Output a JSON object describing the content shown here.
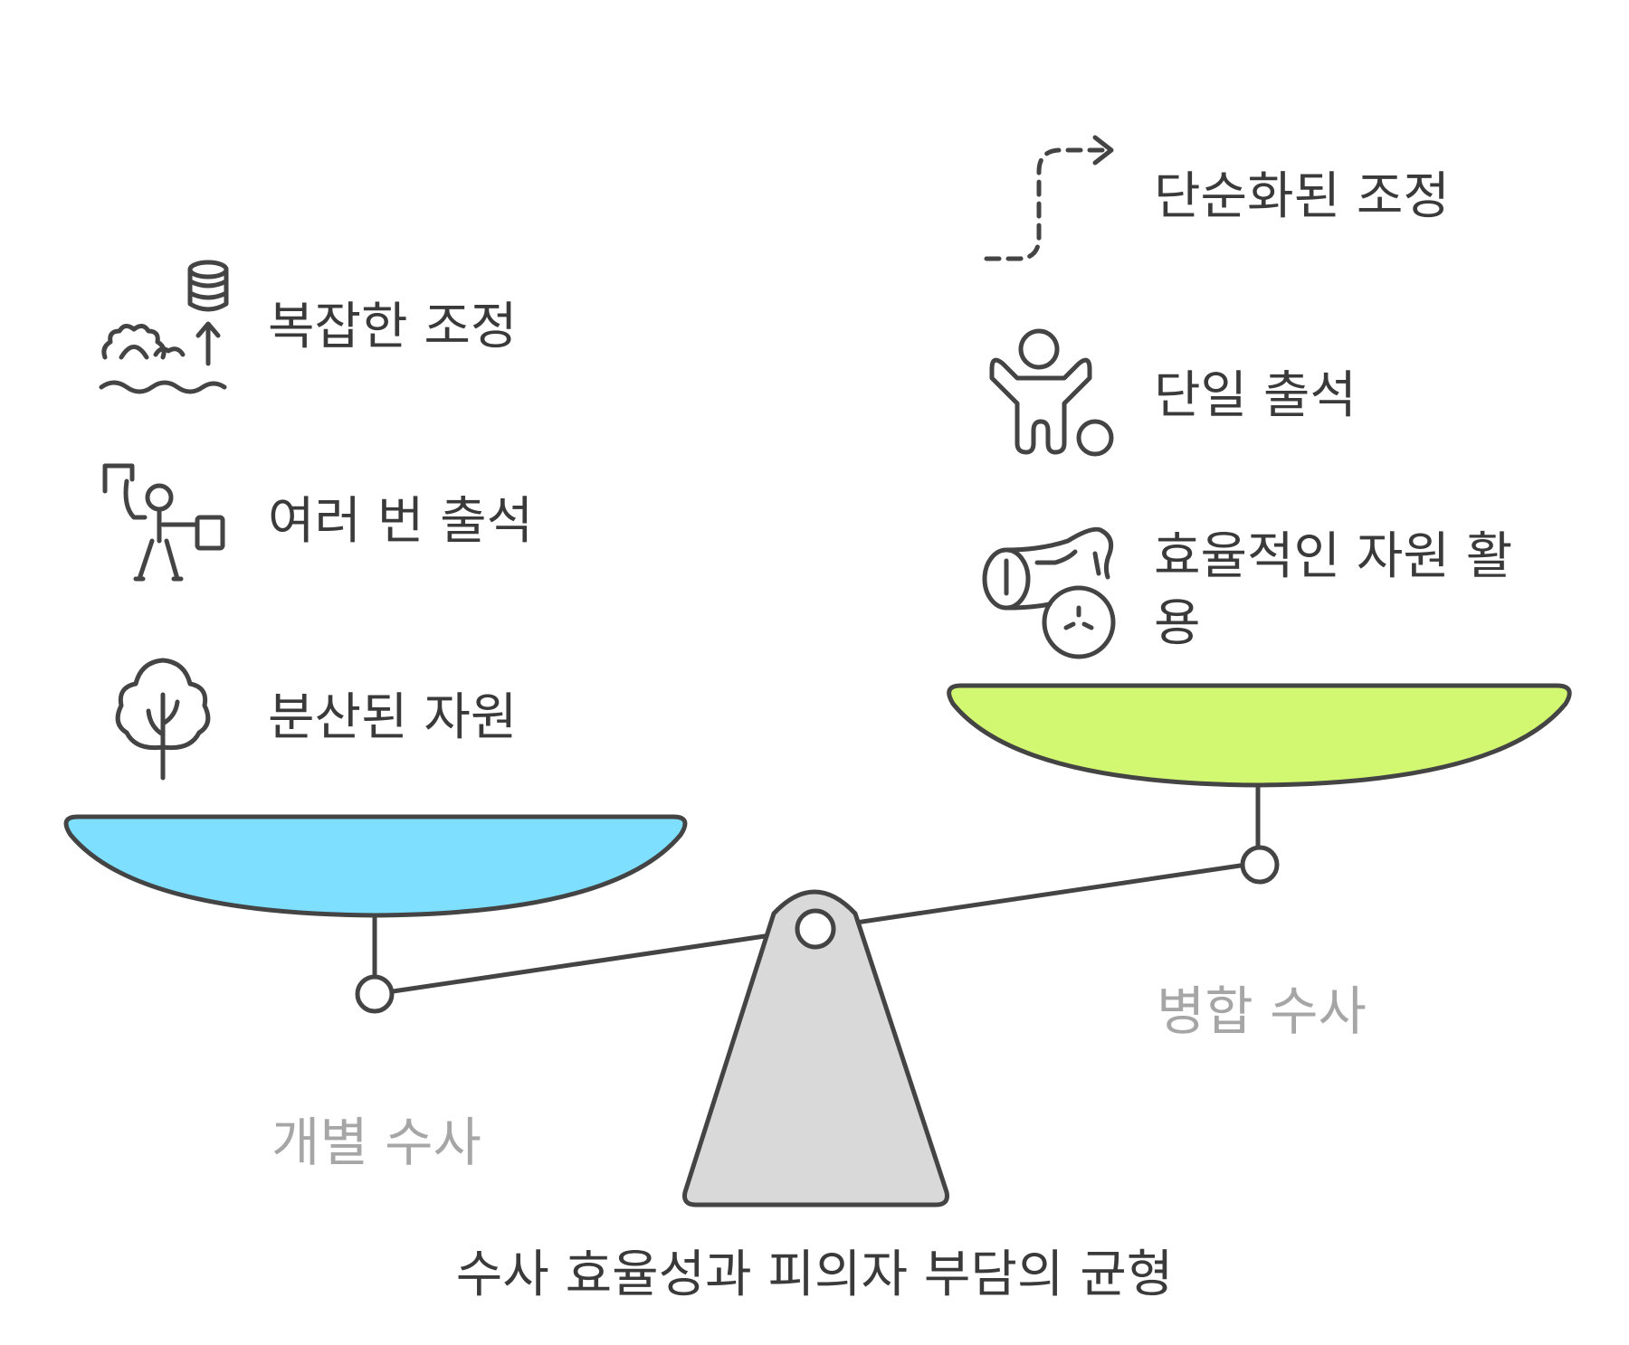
{
  "diagram": {
    "caption": "수사 효율성과 피의자 부담의 균형",
    "left_pan": {
      "label": "개별 수사",
      "color": "#7fdfff",
      "items": [
        {
          "label": "복잡한 조정",
          "icon": "gears-database-icon"
        },
        {
          "label": "여러 번 출석",
          "icon": "person-commuting-icon"
        },
        {
          "label": "분산된 자원",
          "icon": "tree-icon"
        }
      ]
    },
    "right_pan": {
      "label": "병합 수사",
      "color": "#d2f872",
      "items": [
        {
          "label": "단순화된 조정",
          "icon": "dashed-path-arrow-icon"
        },
        {
          "label": "단일 출석",
          "icon": "person-arms-up-icon"
        },
        {
          "label_line1": "효율적인 자원 활",
          "label_line2": "용",
          "icon": "log-resources-icon"
        }
      ]
    },
    "fulcrum_color": "#d9d9d9"
  }
}
